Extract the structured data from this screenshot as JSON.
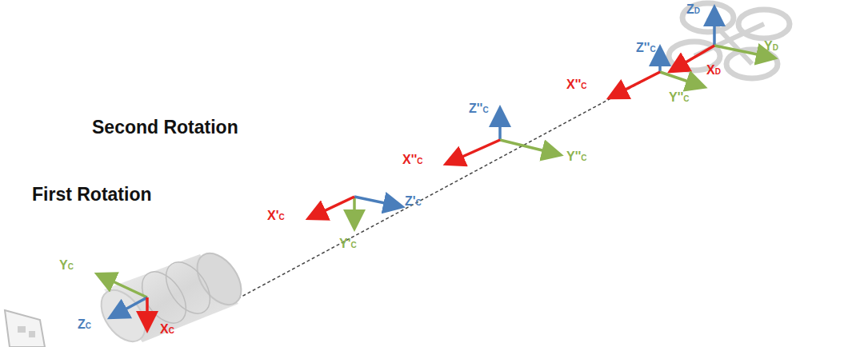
{
  "diagram": {
    "labels": [
      "ZD",
      "YD",
      "XD",
      "Z''C",
      "X''C",
      "Y''C",
      "Z''C",
      "Second Rotation",
      "X''C",
      "Y''C",
      "First Rotation",
      "X'C",
      "Y'C",
      "Z'C",
      "YC",
      "ZC",
      "XC"
    ]
  }
}
